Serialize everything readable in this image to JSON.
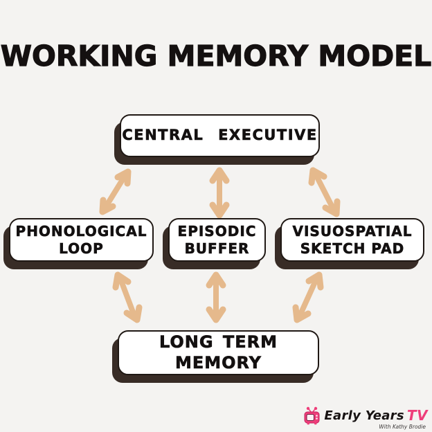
{
  "page": {
    "background_color": "#f4f3f1",
    "title": "WORKING MEMORY MODEL"
  },
  "diagram": {
    "type": "concept-diagram",
    "arrow_color": "#e5b98c",
    "box_fill": "#ffffff",
    "box_border_color": "#1f1814",
    "box_shadow_color": "#382c26",
    "nodes": {
      "central_executive": {
        "label": "CENTRAL EXECUTIVE"
      },
      "phonological_loop": {
        "line1": "PHONOLOGICAL",
        "line2": "LOOP"
      },
      "episodic_buffer": {
        "line1": "EPISODIC",
        "line2": "BUFFER"
      },
      "visuospatial_sketch_pad": {
        "line1": "VISUOSPATIAL",
        "line2": "SKETCH PAD"
      },
      "long_term_memory": {
        "label": "LONG TERM MEMORY"
      }
    },
    "edges": [
      {
        "from": "central_executive",
        "to": "phonological_loop",
        "style": "double-headed-arrow"
      },
      {
        "from": "central_executive",
        "to": "episodic_buffer",
        "style": "double-headed-arrow"
      },
      {
        "from": "central_executive",
        "to": "visuospatial_sketch_pad",
        "style": "double-headed-arrow"
      },
      {
        "from": "phonological_loop",
        "to": "long_term_memory",
        "style": "double-headed-arrow"
      },
      {
        "from": "episodic_buffer",
        "to": "long_term_memory",
        "style": "double-headed-arrow"
      },
      {
        "from": "visuospatial_sketch_pad",
        "to": "long_term_memory",
        "style": "double-headed-arrow"
      }
    ]
  },
  "logo": {
    "brand": "Early Years",
    "tv": "TV",
    "tagline": "With Kathy Brodie",
    "pink": "#ee3e7a"
  }
}
